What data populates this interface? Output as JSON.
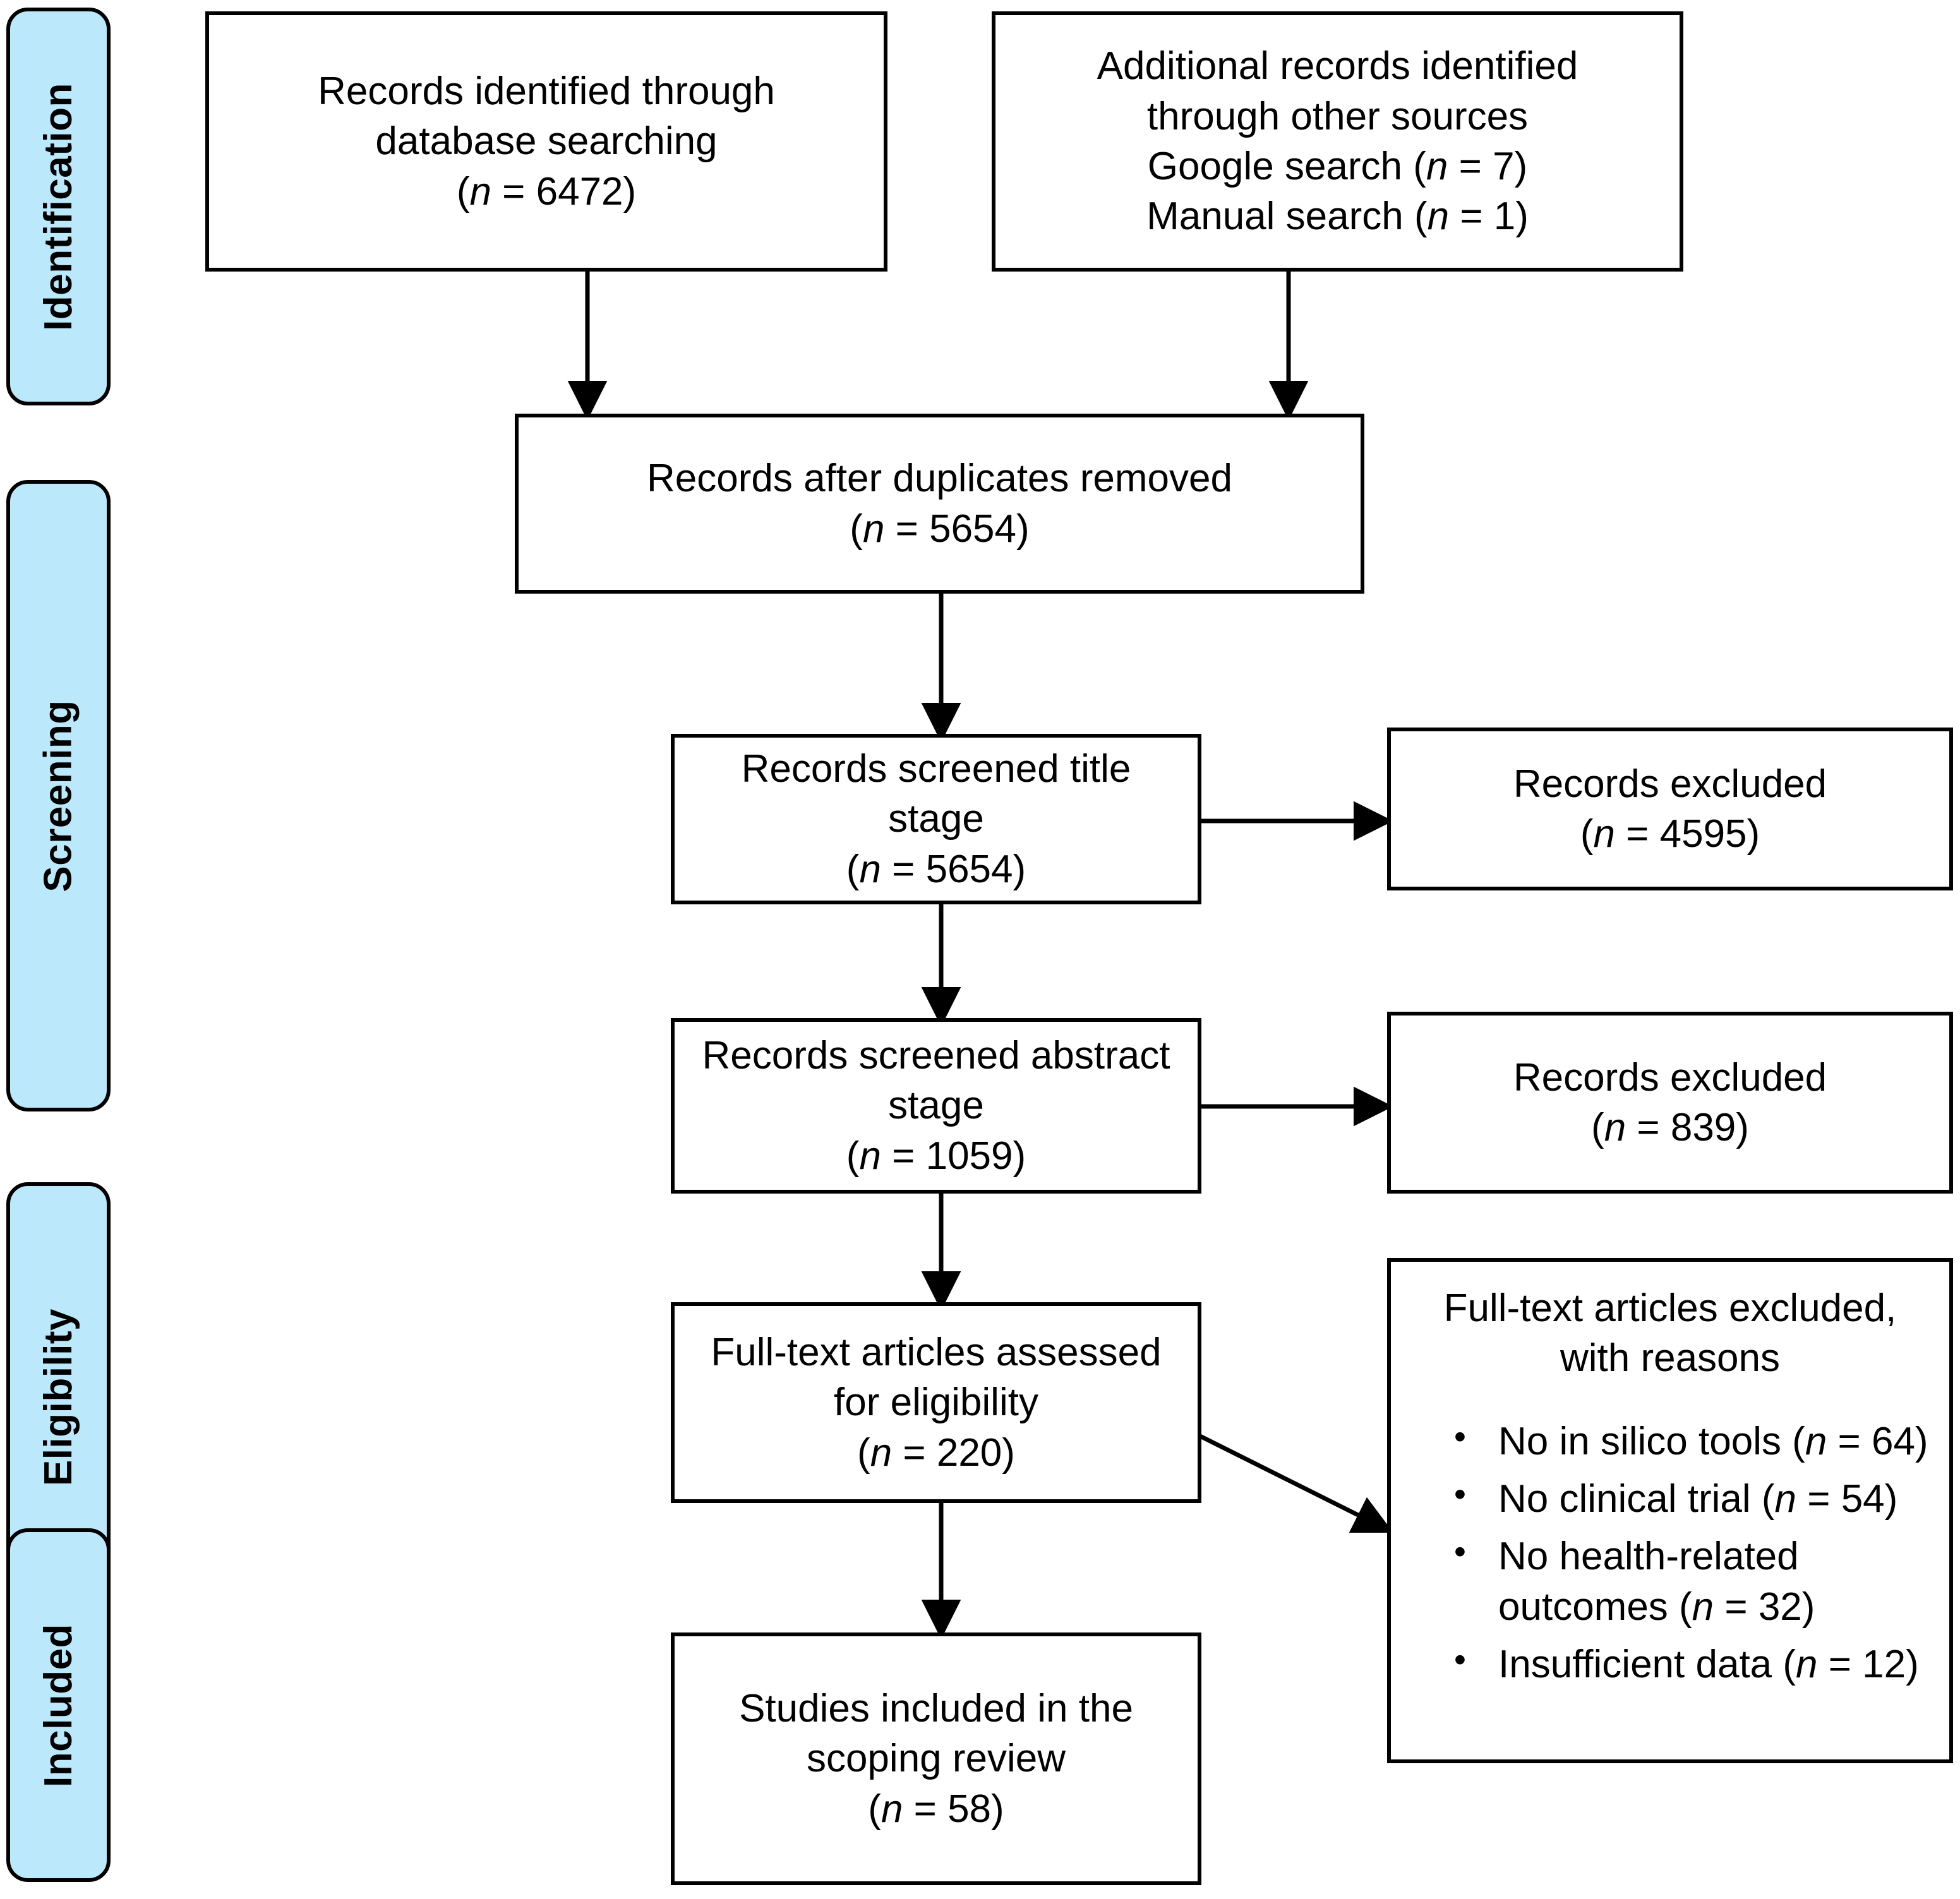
{
  "diagram": {
    "type": "PRISMA flow diagram",
    "accent_blue": "#BCE8FB",
    "stroke_color": "#000000",
    "background": "#FFFFFF"
  },
  "stages": [
    {
      "id": "identification",
      "label": "Identification"
    },
    {
      "id": "screening",
      "label": "Screening"
    },
    {
      "id": "eligibility",
      "label": "Eligibility"
    },
    {
      "id": "included",
      "label": "Included"
    }
  ],
  "boxes": {
    "db_search": {
      "line1": "Records identified through",
      "line2": "database searching",
      "count_prefix": "(",
      "count_n": "n",
      "count_eq": " = 6472)"
    },
    "other_sources": {
      "line1": "Additional records identified",
      "line2": "through other sources",
      "line3_pre": "Google search (",
      "line3_n": "n",
      "line3_post": " = 7)",
      "line4_pre": "Manual search (",
      "line4_n": "n",
      "line4_post": " = 1)"
    },
    "after_duplicates": {
      "line1": "Records after duplicates removed",
      "count_pre": "(",
      "count_n": "n",
      "count_post": " = 5654)"
    },
    "screened_title": {
      "line1": "Records screened title",
      "line2": "stage",
      "count_pre": "(",
      "count_n": "n",
      "count_post": " = 5654)"
    },
    "excluded_title": {
      "line1": "Records excluded",
      "count_pre": "(",
      "count_n": "n",
      "count_post": " = 4595)"
    },
    "screened_abstract": {
      "line1": "Records screened abstract",
      "line2": "stage",
      "count_pre": "(",
      "count_n": "n",
      "count_post": " = 1059)"
    },
    "excluded_abstract": {
      "line1": "Records excluded",
      "count_pre": "(",
      "count_n": "n",
      "count_post": " = 839)"
    },
    "fulltext_assessed": {
      "line1": "Full-text articles assessed",
      "line2": "for eligibility",
      "count_pre": "(",
      "count_n": "n",
      "count_post": " = 220)"
    },
    "fulltext_excluded": {
      "title_line1": "Full-text articles excluded,",
      "title_line2": "with reasons",
      "reasons": [
        {
          "pre": "No in silico tools (",
          "n": "n",
          "post": " = 64)"
        },
        {
          "pre": "No clinical trial (",
          "n": "n",
          "post": " = 54)"
        },
        {
          "pre": "No health-related",
          "n": "",
          "post": ""
        },
        {
          "pre": "outcomes (",
          "n": "n",
          "post": " = 32)"
        },
        {
          "pre": "Insufficient data (",
          "n": "n",
          "post": " = 12)"
        }
      ],
      "reasons_display": [
        {
          "pre": "No in silico tools (",
          "n": "n",
          "post": " = 64)",
          "bullet": true,
          "wrap": ""
        },
        {
          "pre": "No clinical trial (",
          "n": "n",
          "post": " = 54)",
          "bullet": true,
          "wrap": ""
        },
        {
          "pre": "No health-related",
          "n": "n",
          "post": " = 32)",
          "bullet": true,
          "wrap": "outcomes ("
        },
        {
          "pre": "Insufficient data (",
          "n": "n",
          "post": " = 12)",
          "bullet": true,
          "wrap": ""
        }
      ]
    },
    "studies_included": {
      "line1": "Studies included in the",
      "line2": "scoping review",
      "count_pre": "(",
      "count_n": "n",
      "count_post": " = 58)"
    }
  },
  "flow_counts": {
    "records_database_searching": 6472,
    "google_search": 7,
    "manual_search": 1,
    "after_duplicates_removed": 5654,
    "screened_title_stage": 5654,
    "excluded_title_stage": 4595,
    "screened_abstract_stage": 1059,
    "excluded_abstract_stage": 839,
    "fulltext_assessed": 220,
    "excluded_no_in_silico_tools": 64,
    "excluded_no_clinical_trial": 54,
    "excluded_no_health_related_outcomes": 32,
    "excluded_insufficient_data": 12,
    "studies_included": 58
  }
}
